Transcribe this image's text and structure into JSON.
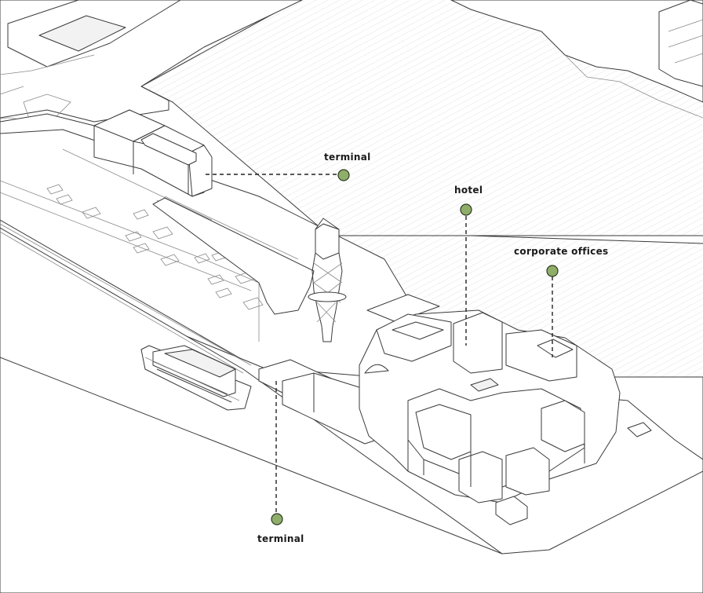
{
  "labels": {
    "terminal_north": "terminal",
    "hotel": "hotel",
    "corporate_offices": "corporate offices",
    "terminal_south": "terminal"
  },
  "colors": {
    "marker_fill": "#8fae6a",
    "line": "#3a3a3a",
    "water_hatch": "#d9d9d9"
  }
}
